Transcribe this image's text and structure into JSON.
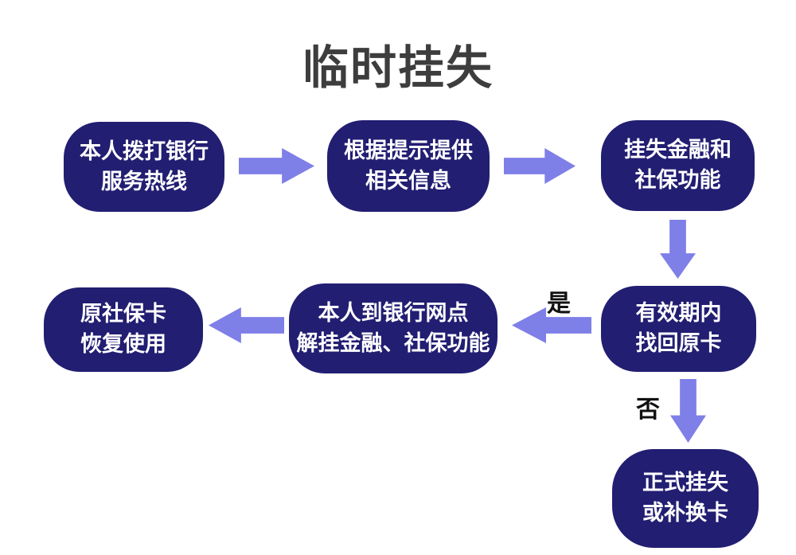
{
  "title": "临时挂失",
  "colors": {
    "box_fill": "#221e72",
    "box_text": "#ffffff",
    "arrow": "#7f7fe8",
    "title_text": "#3d3d3d",
    "label_text": "#111111",
    "background": "#ffffff"
  },
  "nodes": [
    {
      "id": "call-bank-hotline",
      "lines": [
        "本人拨打银行",
        "服务热线"
      ]
    },
    {
      "id": "provide-info",
      "lines": [
        "根据提示提供",
        "相关信息"
      ]
    },
    {
      "id": "freeze-functions",
      "lines": [
        "挂失金融和",
        "社保功能"
      ]
    },
    {
      "id": "find-original-card",
      "lines": [
        "有效期内",
        "找回原卡"
      ]
    },
    {
      "id": "unfreeze-at-branch",
      "lines": [
        "本人到银行网点",
        "解挂金融、社保功能"
      ]
    },
    {
      "id": "restore-card-use",
      "lines": [
        "原社保卡",
        "恢复使用"
      ]
    },
    {
      "id": "formal-loss-report",
      "lines": [
        "正式挂失",
        "或补换卡"
      ]
    }
  ],
  "labels": {
    "yes": "是",
    "no": "否"
  }
}
